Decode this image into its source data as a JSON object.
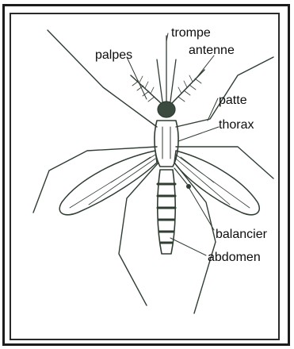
{
  "diagram": {
    "subject": "mosquito",
    "labels": {
      "trompe": "trompe",
      "palpes": "palpes",
      "antenne": "antenne",
      "patte": "patte",
      "thorax": "thorax",
      "balancier": "balancier",
      "abdomen": "abdomen"
    },
    "colors": {
      "ink": "#2f3d32",
      "wing_fill": "#e6ece6",
      "text": "#0d0d0d"
    }
  }
}
